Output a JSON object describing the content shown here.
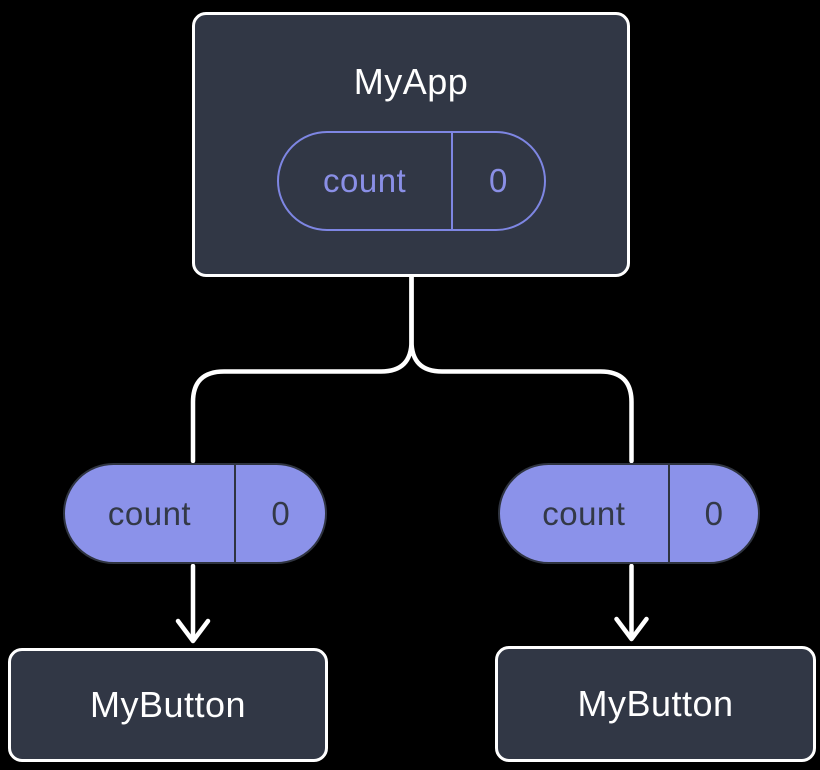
{
  "diagram": {
    "root": {
      "title": "MyApp",
      "state_pill": {
        "label": "count",
        "value": "0"
      }
    },
    "children": [
      {
        "prop_pill": {
          "label": "count",
          "value": "0"
        },
        "title": "MyButton"
      },
      {
        "prop_pill": {
          "label": "count",
          "value": "0"
        },
        "title": "MyButton"
      }
    ],
    "colors": {
      "background": "#000000",
      "node_fill": "#313745",
      "node_border": "#ffffff",
      "pill_solid_fill": "#8b92ea",
      "pill_outline_stroke": "#7e86e3",
      "pill_dark_text": "#333947",
      "connector": "#ffffff"
    }
  }
}
